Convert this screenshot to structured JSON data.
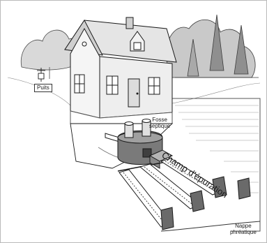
{
  "labels": {
    "well": "Puits",
    "septic_tank": [
      "Fosse",
      "septique"
    ],
    "drain_field": "Champ d'épuration",
    "water_table": [
      "Nappe",
      "phréatique"
    ]
  },
  "colors": {
    "ink": "#1a1a1a",
    "shade": "#6e6e6e",
    "light_shade": "#bdbdbd",
    "background": "#ffffff"
  }
}
